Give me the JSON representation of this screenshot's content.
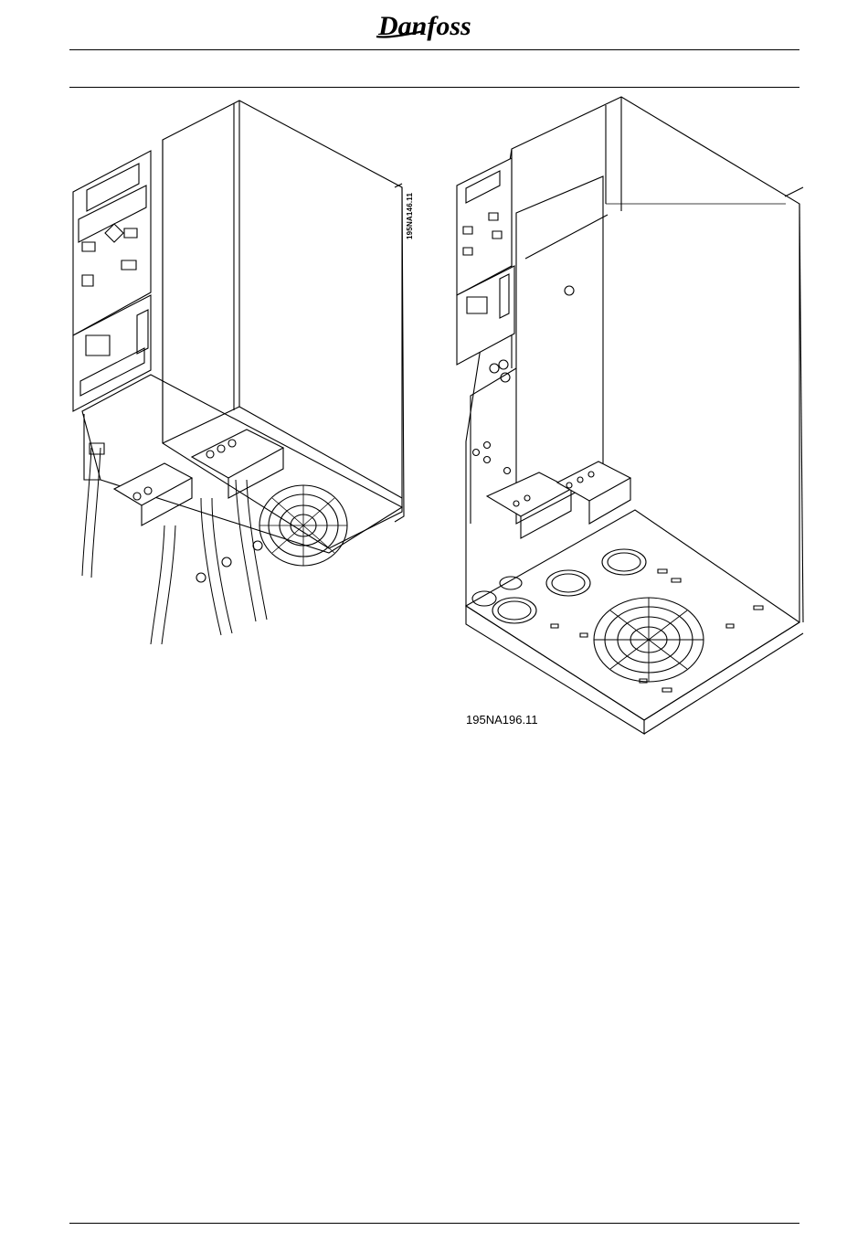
{
  "header": {
    "brand": "Danfoss"
  },
  "figures": {
    "left": {
      "code": "195NA146.11"
    },
    "right": {
      "code": "195NA196.11"
    }
  }
}
